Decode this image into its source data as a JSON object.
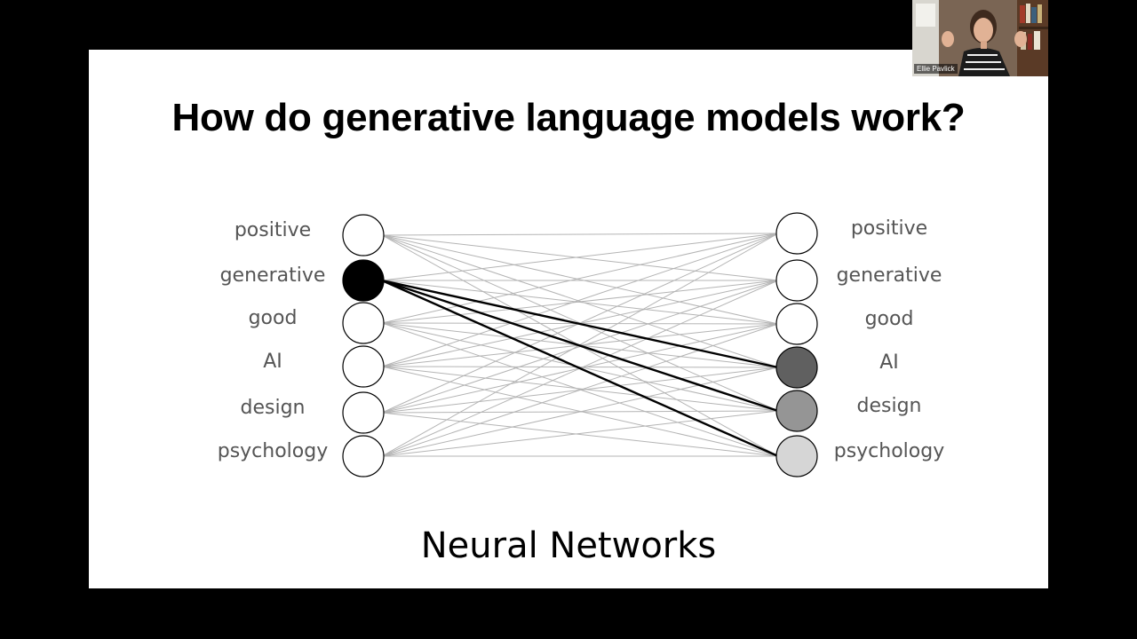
{
  "slide": {
    "title": "How do generative language models work?",
    "caption": "Neural Networks"
  },
  "network": {
    "input_nodes": [
      {
        "label": "positive",
        "fill": "#ffffff"
      },
      {
        "label": "generative",
        "fill": "#000000"
      },
      {
        "label": "good",
        "fill": "#ffffff"
      },
      {
        "label": "AI",
        "fill": "#ffffff"
      },
      {
        "label": "design",
        "fill": "#ffffff"
      },
      {
        "label": "psychology",
        "fill": "#ffffff"
      }
    ],
    "output_nodes": [
      {
        "label": "positive",
        "fill": "#ffffff"
      },
      {
        "label": "generative",
        "fill": "#ffffff"
      },
      {
        "label": "good",
        "fill": "#ffffff"
      },
      {
        "label": "AI",
        "fill": "#606060"
      },
      {
        "label": "design",
        "fill": "#959595"
      },
      {
        "label": "psychology",
        "fill": "#d6d6d6"
      }
    ],
    "highlighted_source": "generative",
    "highlighted_targets": [
      "AI",
      "design",
      "psychology"
    ],
    "connection_color": "#b4b4b4",
    "highlight_color": "#000000"
  },
  "video_tile": {
    "speaker_name": "Ellie Pavlick"
  }
}
